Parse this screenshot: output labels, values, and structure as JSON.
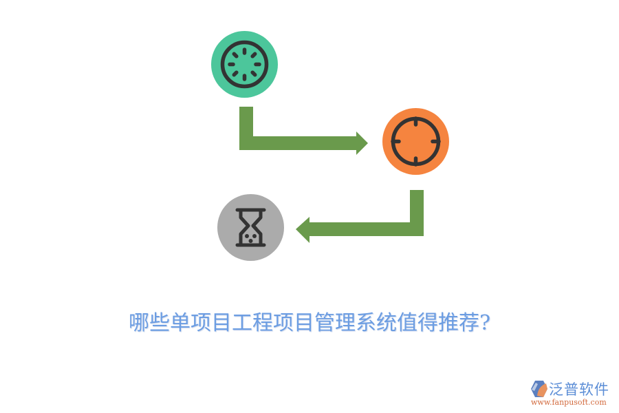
{
  "diagram": {
    "steps": [
      {
        "id": "step-1",
        "icon": "loading-spinner-icon",
        "color": "#4CC69B"
      },
      {
        "id": "step-2",
        "icon": "crosshair-target-icon",
        "color": "#F5843F"
      },
      {
        "id": "step-3",
        "icon": "hourglass-icon",
        "color": "#ABABAB"
      }
    ],
    "connectors": [
      {
        "from": "step-1",
        "to": "step-2",
        "direction": "down-then-right",
        "color": "#6A9A4C"
      },
      {
        "from": "step-2",
        "to": "step-3",
        "direction": "down-then-left",
        "color": "#6A9A4C"
      }
    ],
    "icon_stroke_color": "#333333"
  },
  "title": "哪些单项目工程项目管理系统值得推荐?",
  "title_color": "#6C9DE2",
  "logo": {
    "name": "泛普软件",
    "url": "www.fanpusoft.com",
    "name_color": "#5B8DD6",
    "url_color": "#D2693C"
  }
}
